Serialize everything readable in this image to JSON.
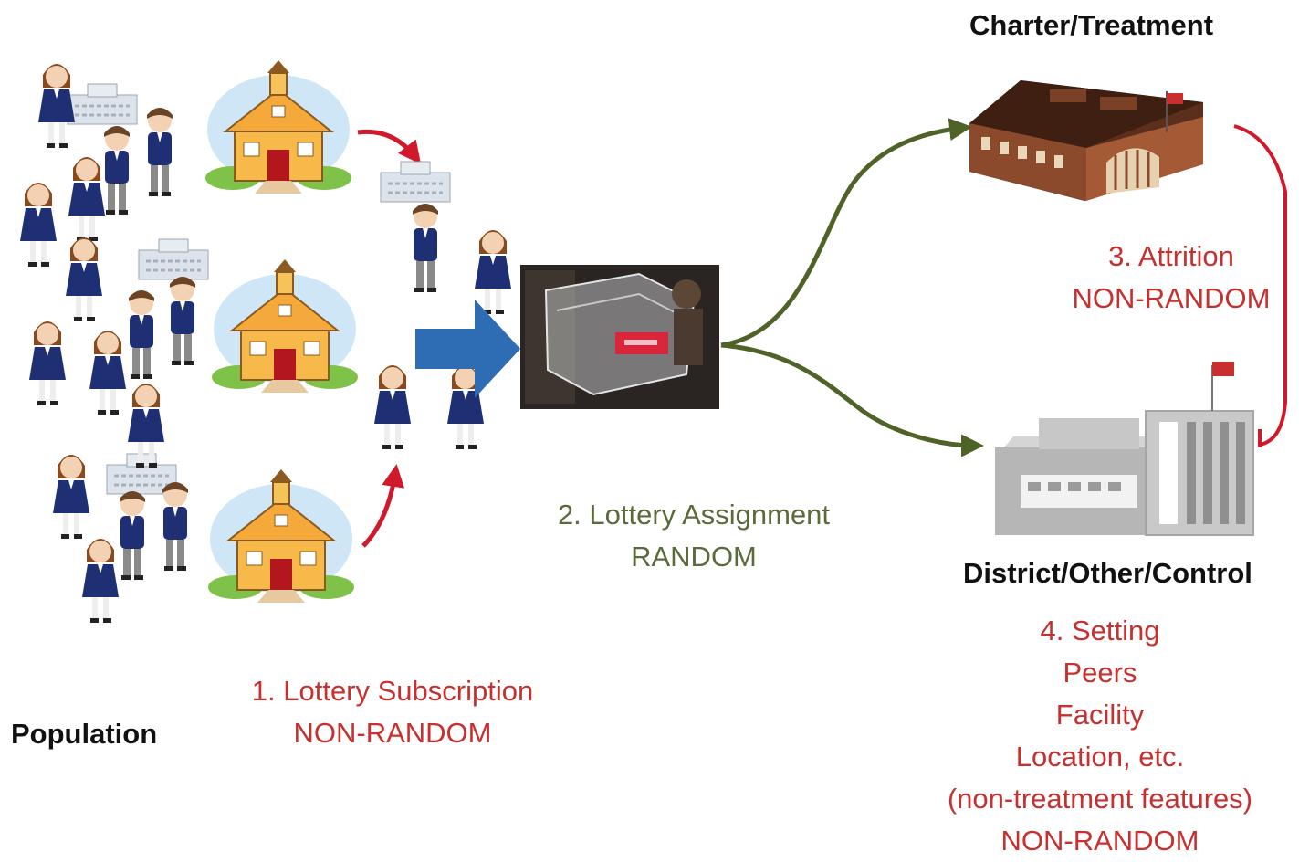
{
  "colors": {
    "red_text": "#c8302f",
    "green_text": "#5a6a3a",
    "arrow_green": "#4f6228",
    "arrow_red": "#d0192b",
    "arrow_blue": "#2e6db4"
  },
  "labels": {
    "charter": "Charter/Treatment",
    "district": "District/Other/Control",
    "population": "Population"
  },
  "steps": {
    "subscription": {
      "line1": "1. Lottery Subscription",
      "line2": "NON-RANDOM"
    },
    "assignment": {
      "line1": "2.  Lottery Assignment",
      "line2": "RANDOM"
    },
    "attrition": {
      "line1": "3. Attrition",
      "line2": "NON-RANDOM"
    },
    "setting": {
      "line1": "4. Setting",
      "line2": "Peers",
      "line3": "Facility",
      "line4": "Location, etc.",
      "line5": "(non-treatment features)",
      "line6": "NON-RANDOM"
    }
  },
  "icons": {
    "population": "students-group-icon",
    "schools": "schoolhouse-icon",
    "lottery": "lottery-drum-photo",
    "charter": "charter-school-building-icon",
    "district": "district-school-building-icon"
  }
}
